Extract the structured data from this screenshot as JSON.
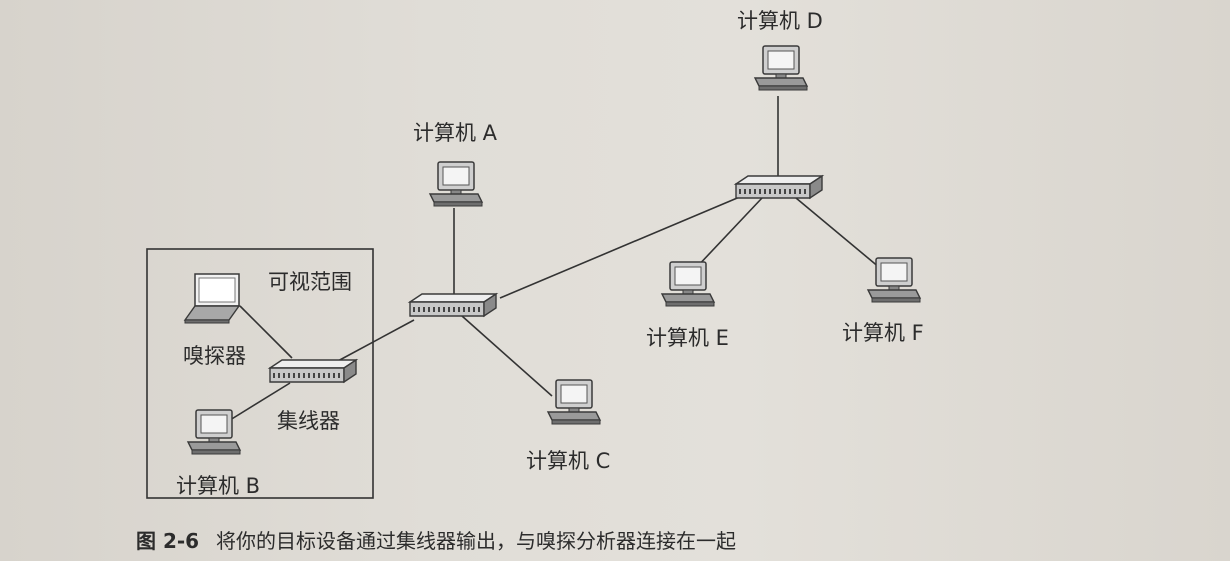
{
  "labels": {
    "computer_a": "计算机 A",
    "computer_b": "计算机 B",
    "computer_c": "计算机 C",
    "computer_d": "计算机 D",
    "computer_e": "计算机 E",
    "computer_f": "计算机 F",
    "sniffer": "嗅探器",
    "hub": "集线器",
    "visible_range": "可视范围"
  },
  "caption": {
    "number": "图 2-6",
    "text": "将你的目标设备通过集线器输出，与嗅探分析器连接在一起"
  }
}
